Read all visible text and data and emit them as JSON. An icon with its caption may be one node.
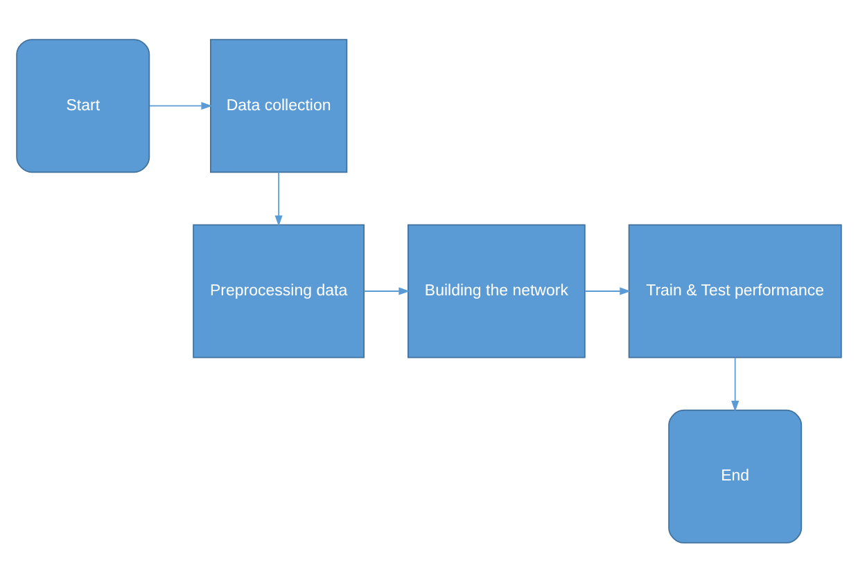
{
  "diagram": {
    "nodes": [
      {
        "text": [
          "Start"
        ]
      },
      {
        "text": [
          "Data collection"
        ]
      },
      {
        "text": [
          "Preprocessing data"
        ]
      },
      {
        "text": [
          "Building the network"
        ]
      },
      {
        "text": [
          "Train & Test performance"
        ]
      },
      {
        "text": [
          "End"
        ]
      }
    ],
    "edges": [
      {
        "from": 0,
        "to": 1,
        "arrow": "to"
      },
      {
        "from": 1,
        "to": 2,
        "arrow": "to"
      },
      {
        "from": 2,
        "to": 3,
        "arrow": "to"
      },
      {
        "from": 3,
        "to": 4,
        "arrow": "to"
      },
      {
        "from": 4,
        "to": 5,
        "arrow": "to"
      }
    ]
  }
}
